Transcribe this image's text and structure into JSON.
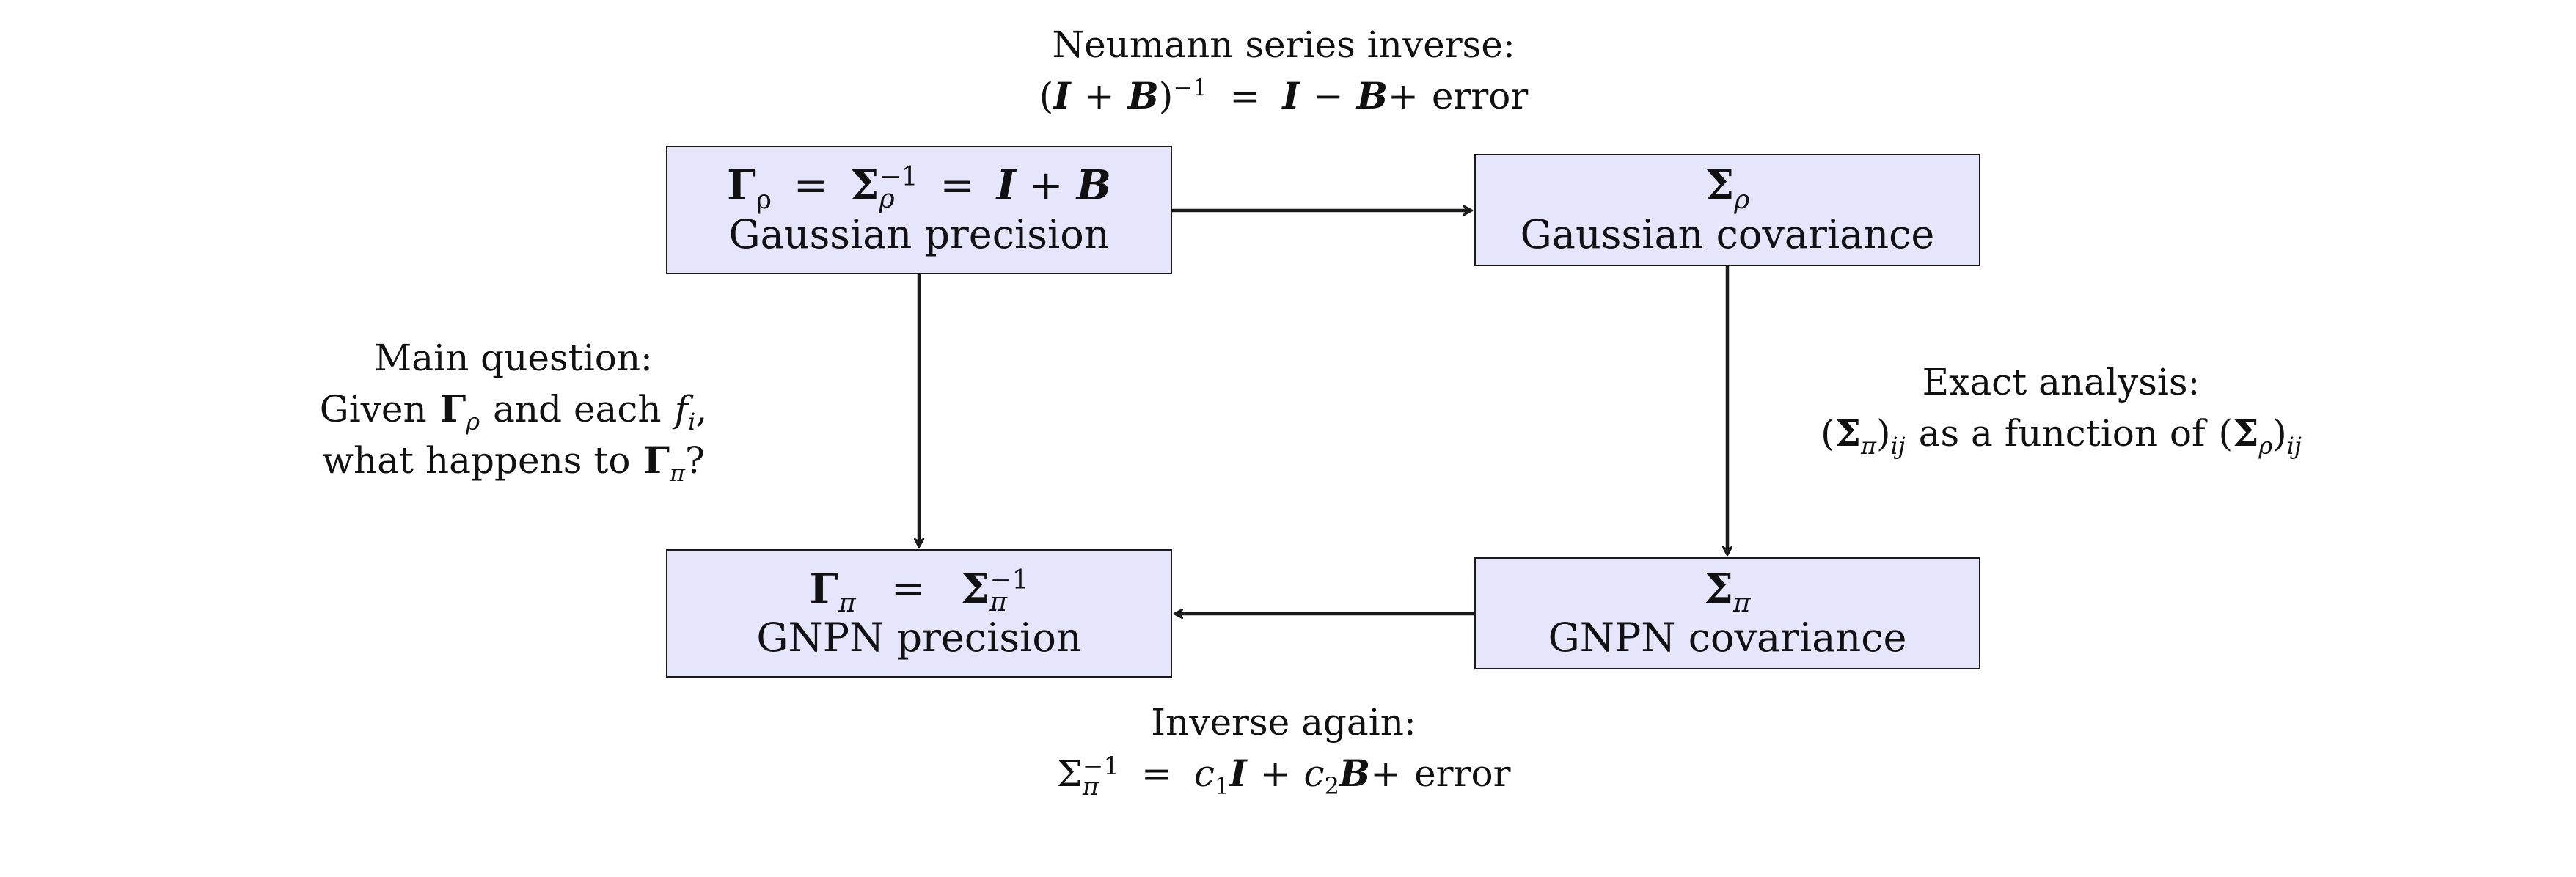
{
  "nodes": {
    "gaussian_precision": {
      "math_symbol": "Γ",
      "math_sub": "ρ",
      "math_eq1": "=",
      "math_sigma": "Σ",
      "math_sigma_sup": "−1",
      "math_sigma_sub": "ρ",
      "math_eq2": "=",
      "math_I": "I",
      "math_plus": "+",
      "math_B": "B",
      "label": "Gaussian precision"
    },
    "gaussian_covariance": {
      "math_symbol": "Σ",
      "math_sub": "ρ",
      "label": "Gaussian covariance"
    },
    "gnpn_precision": {
      "math_symbol": "Γ",
      "math_sub": "π",
      "math_eq": "=",
      "math_sigma": "Σ",
      "math_sigma_sup": "−1",
      "math_sigma_sub": "π",
      "label": "GNPN precision"
    },
    "gnpn_covariance": {
      "math_symbol": "Σ",
      "math_sub": "π",
      "label": "GNPN covariance"
    }
  },
  "annotations": {
    "top": {
      "title": "Neumann series inverse:",
      "f_open": "(",
      "f_I": "I",
      "f_plus1": "+",
      "f_B": "B",
      "f_close": ")",
      "f_sup": "−1",
      "f_eq": "=",
      "f_I2": "I",
      "f_minus": "−",
      "f_B2": "B",
      "f_plus2": "+",
      "f_error": "error"
    },
    "left": {
      "title": "Main question:",
      "l2_given": "Given",
      "l2_gamma": "Γ",
      "l2_gamma_sub": "ρ",
      "l2_and": "and each",
      "l2_f": "f",
      "l2_f_sub": "i",
      "l2_comma": ",",
      "l3_text": "what happens to",
      "l3_gamma": "Γ",
      "l3_gamma_sub": "π",
      "l3_q": "?"
    },
    "right": {
      "title": "Exact analysis:",
      "l2_open1": "(",
      "l2_sigma1": "Σ",
      "l2_sigma1_sub": "π",
      "l2_close1": ")",
      "l2_sub1": "ij",
      "l2_text": "as a function of",
      "l2_open2": "(",
      "l2_sigma2": "Σ",
      "l2_sigma2_sub": "ρ",
      "l2_close2": ")",
      "l2_sub2": "ij"
    },
    "bottom": {
      "title": "Inverse again:",
      "f_sigma": "Σ",
      "f_sigma_sub": "π",
      "f_sigma_sup": "−1",
      "f_eq": "=",
      "f_c1": "c",
      "f_c1_sub": "1",
      "f_I": "I",
      "f_plus1": "+",
      "f_c2": "c",
      "f_c2_sub": "2",
      "f_B": "B",
      "f_plus2": "+",
      "f_error": "error"
    }
  },
  "edges": [
    {
      "from": "gaussian_precision",
      "to": "gaussian_covariance"
    },
    {
      "from": "gaussian_covariance",
      "to": "gnpn_covariance"
    },
    {
      "from": "gnpn_covariance",
      "to": "gnpn_precision"
    },
    {
      "from": "gaussian_precision",
      "to": "gnpn_precision"
    }
  ],
  "colors": {
    "box_fill": "#e5e6fb",
    "stroke": "#1a1a1a"
  }
}
